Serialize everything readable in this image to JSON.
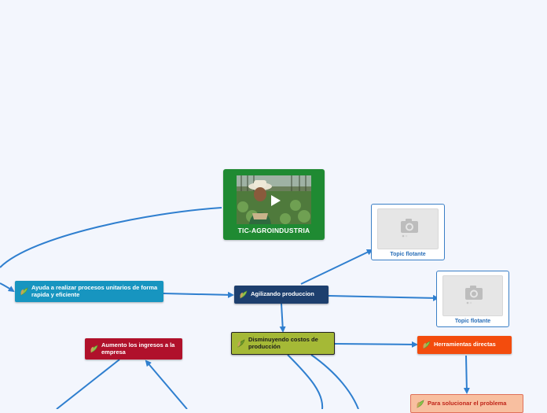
{
  "main_topic": {
    "title": "TIC-AGROINDUSTRIA",
    "media": "video-thumbnail",
    "play_icon": "play-icon"
  },
  "nodes": {
    "ayuda": {
      "label": "Ayuda a realizar procesos unitarios de forma rapida y eficiente",
      "color": "#1795c0"
    },
    "agilizando": {
      "label": "Agilizando produccion",
      "color": "#1d3f6e"
    },
    "disminuyendo": {
      "label": "Disminuyendo costos de producción",
      "color": "#a5b936"
    },
    "aumento": {
      "label": "Aumento los ingresos a la empresa",
      "color": "#b0112b"
    },
    "herramientas": {
      "label": "Herramientas directas",
      "color": "#f34c0d"
    },
    "solucionar": {
      "label": "Para solucionar el problema",
      "color": "#f8bfa0"
    }
  },
  "floating": [
    {
      "caption": "Topic flotante",
      "icon": "camera-icon"
    },
    {
      "caption": "Topic flotante",
      "icon": "camera-icon"
    }
  ],
  "icons": {
    "node_icon": "leaf-icon"
  },
  "colors": {
    "background": "#f3f6fd",
    "connector": "#2f7fcf",
    "main_topic": "#1f8a32"
  }
}
